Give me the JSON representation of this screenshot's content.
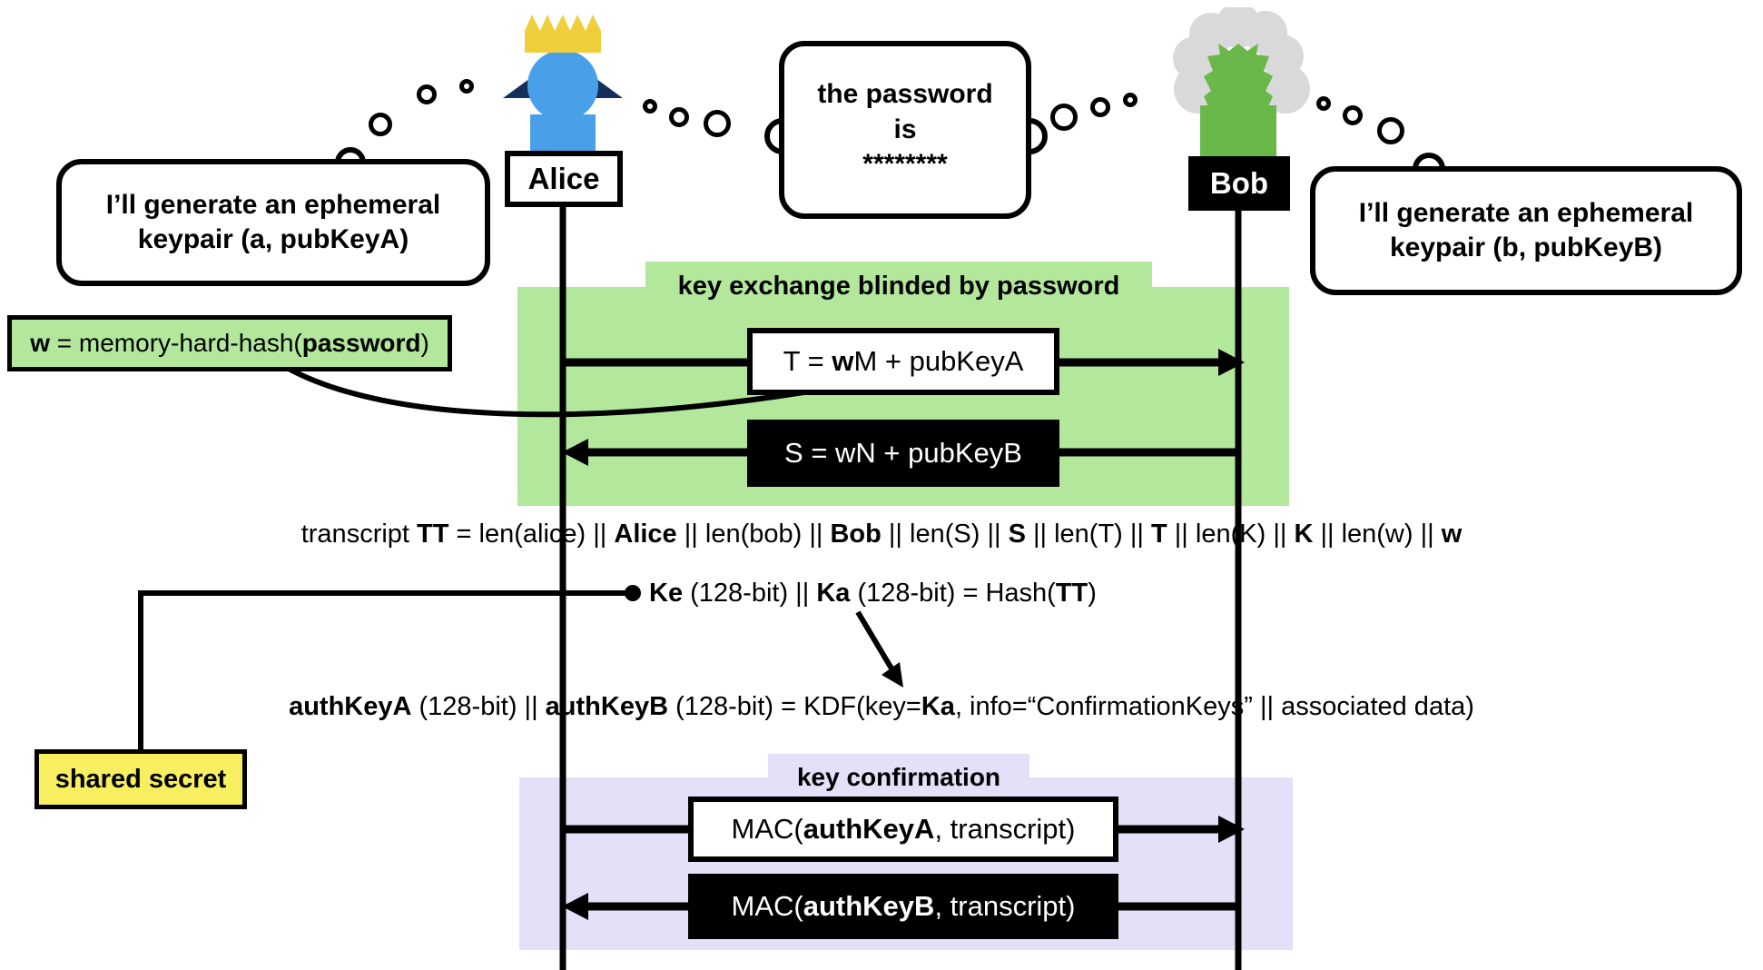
{
  "colors": {
    "section_green": "#b2e79c",
    "section_purple": "#e5dff8",
    "shared_yellow": "#f7ef5f",
    "alice_blue": "#4aa0e8",
    "alice_navy": "#14305a",
    "crown_gold": "#f0cf3d",
    "bob_green": "#6ab84a",
    "cloud_gray": "#d9d9d9",
    "line_black": "#000000"
  },
  "actors": {
    "alice": {
      "label": "Alice"
    },
    "bob": {
      "label": "Bob"
    }
  },
  "thoughts": {
    "alice": {
      "line1": "I’ll generate an ephemeral",
      "line2": "keypair (a, pubKeyA)"
    },
    "shared": {
      "line1": "the password",
      "line2": "is",
      "line3": "********"
    },
    "bob": {
      "line1": "I’ll generate an ephemeral",
      "line2": "keypair (b, pubKeyB)"
    }
  },
  "sections": {
    "key_exchange": {
      "title": "key exchange blinded by password"
    },
    "key_confirmation": {
      "title": "key confirmation"
    }
  },
  "labels": {
    "shared_secret": "shared secret"
  },
  "formulas": {
    "w_hash": [
      {
        "t": "w",
        "b": true
      },
      {
        "t": " = memory-hard-hash("
      },
      {
        "t": "password",
        "b": true
      },
      {
        "t": ")"
      }
    ],
    "msg_T": [
      {
        "t": "T = "
      },
      {
        "t": "w",
        "b": true
      },
      {
        "t": "M + pubKeyA"
      }
    ],
    "msg_S": [
      {
        "t": "S = wN + pubKeyB"
      }
    ],
    "transcript": [
      {
        "t": "transcript "
      },
      {
        "t": "TT",
        "b": true
      },
      {
        "t": " = len(alice) || "
      },
      {
        "t": "Alice",
        "b": true
      },
      {
        "t": " || len(bob) || "
      },
      {
        "t": "Bob",
        "b": true
      },
      {
        "t": " || len(S) || "
      },
      {
        "t": "S",
        "b": true
      },
      {
        "t": " || len(T) || "
      },
      {
        "t": "T",
        "b": true
      },
      {
        "t": " || len(K) || "
      },
      {
        "t": "K",
        "b": true
      },
      {
        "t": " || len(w) || "
      },
      {
        "t": "w",
        "b": true
      }
    ],
    "hash_split": [
      {
        "t": "Ke",
        "b": true
      },
      {
        "t": " (128-bit) || "
      },
      {
        "t": "Ka",
        "b": true
      },
      {
        "t": " (128-bit) = Hash("
      },
      {
        "t": "TT",
        "b": true
      },
      {
        "t": ")"
      }
    ],
    "kdf": [
      {
        "t": "authKeyA",
        "b": true
      },
      {
        "t": " (128-bit) || "
      },
      {
        "t": "authKeyB",
        "b": true
      },
      {
        "t": " (128-bit) = KDF(key="
      },
      {
        "t": "Ka",
        "b": true
      },
      {
        "t": ", info=“ConfirmationKeys” || associated data)"
      }
    ],
    "mac_a": [
      {
        "t": "MAC("
      },
      {
        "t": "authKeyA",
        "b": true
      },
      {
        "t": ", transcript)"
      }
    ],
    "mac_b": [
      {
        "t": "MAC("
      },
      {
        "t": "authKeyB",
        "b": true
      },
      {
        "t": ", transcript)"
      }
    ]
  }
}
